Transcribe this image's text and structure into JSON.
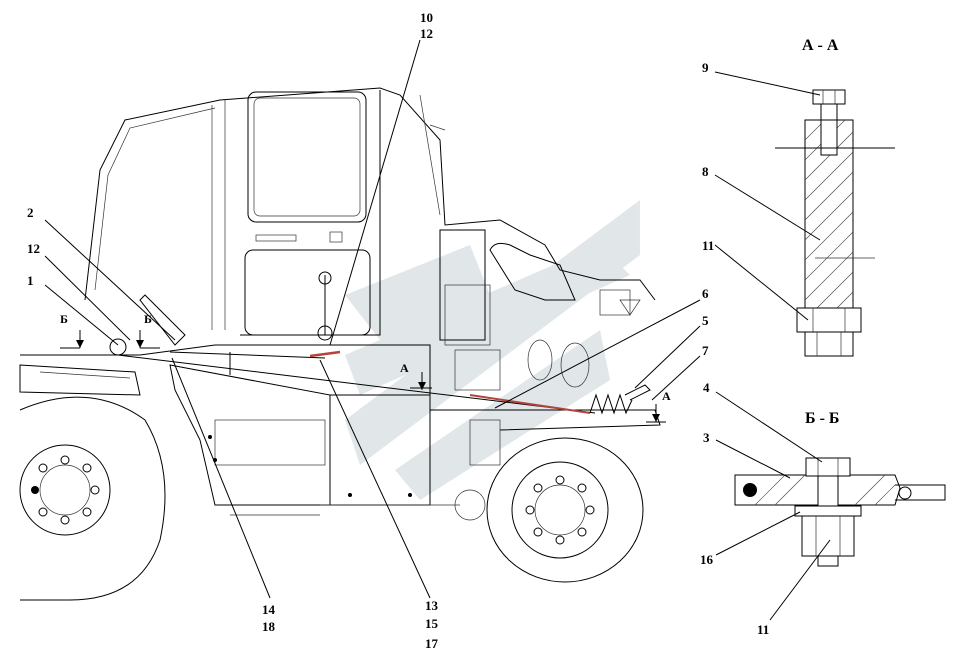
{
  "callouts": {
    "c10": "10",
    "c12_top": "12",
    "c2": "2",
    "c12_left": "12",
    "c1": "1",
    "c6": "6",
    "c5": "5",
    "c7": "7",
    "c14": "14",
    "c18": "18",
    "c13": "13",
    "c15": "15",
    "c17": "17",
    "c9": "9",
    "c8": "8",
    "c11_upper": "11",
    "c4": "4",
    "c3": "3",
    "c16": "16",
    "c11_lower": "11"
  },
  "section_marks": {
    "b_left": "Б",
    "b_right": "Б",
    "a_left": "А",
    "a_right": "А"
  },
  "section_titles": {
    "aa": "А - А",
    "bb": "Б - Б"
  },
  "colors": {
    "line": "#000000",
    "watermark": "#c9d3d8",
    "cable_highlight": "#b5433a",
    "hatching": "#555555"
  }
}
